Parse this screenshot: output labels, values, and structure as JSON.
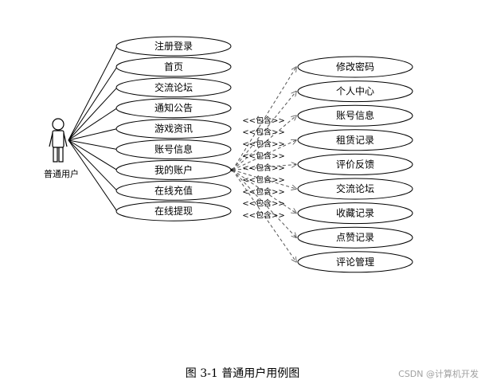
{
  "actor": {
    "name": "普通用户"
  },
  "left_use_cases": [
    {
      "label": "注册登录"
    },
    {
      "label": "首页"
    },
    {
      "label": "交流论坛"
    },
    {
      "label": "通知公告"
    },
    {
      "label": "游戏资讯"
    },
    {
      "label": "账号信息"
    },
    {
      "label": "我的账户"
    },
    {
      "label": "在线充值"
    },
    {
      "label": "在线提现"
    }
  ],
  "right_use_cases": [
    {
      "label": "修改密码"
    },
    {
      "label": "个人中心"
    },
    {
      "label": "账号信息"
    },
    {
      "label": "租赁记录"
    },
    {
      "label": "评价反馈"
    },
    {
      "label": "交流论坛"
    },
    {
      "label": "收藏记录"
    },
    {
      "label": "点赞记录"
    },
    {
      "label": "评论管理"
    }
  ],
  "include_label": "<<包含>>",
  "caption": "图 3-1  普通用户用例图",
  "watermark": "CSDN @计算机开发",
  "colors": {
    "line": "#000000",
    "dashed": "#555555",
    "watermark": "#a0a0a0"
  }
}
